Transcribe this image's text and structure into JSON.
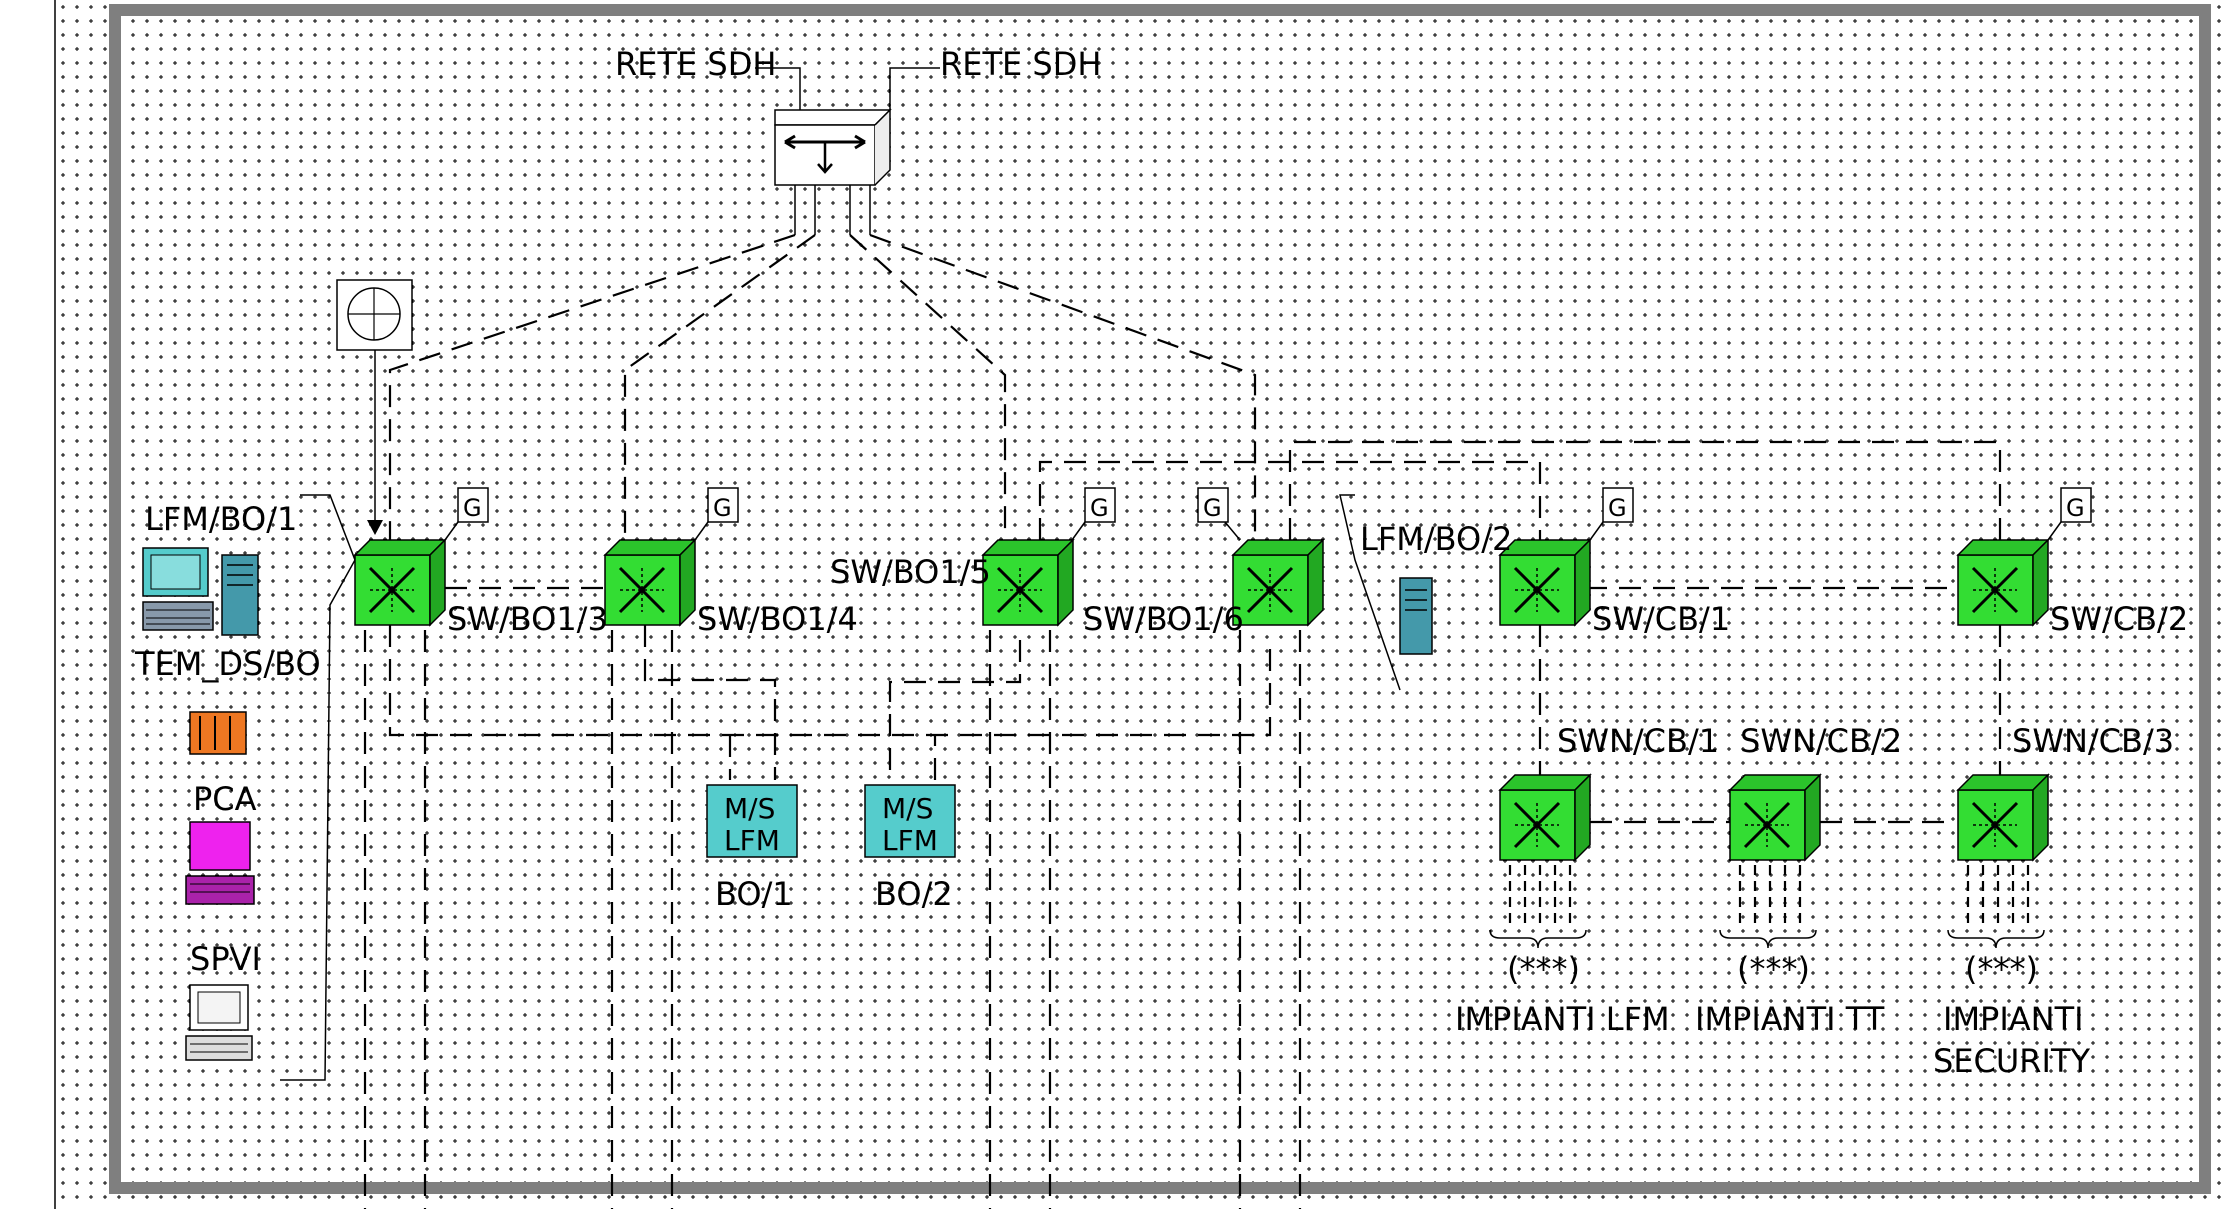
{
  "colors": {
    "background": "#ffffff",
    "dots": "#000000",
    "frame": "#808080",
    "switch_green": "#33dd33",
    "device_cyan": "#55cccc",
    "device_orange": "#ee7722",
    "device_magenta": "#ee22ee"
  },
  "network": {
    "rete_sdh_left": "RETE SDH",
    "rete_sdh_right": "RETE SDH"
  },
  "switches": {
    "sw_bo1_3": "SW/BO1/3",
    "sw_bo1_4": "SW/BO1/4",
    "sw_bo1_5": "SW/BO1/5",
    "sw_bo1_6": "SW/BO1/6",
    "sw_cb_1": "SW/CB/1",
    "sw_cb_2": "SW/CB/2",
    "swn_cb_1": "SWN/CB/1",
    "swn_cb_2": "SWN/CB/2",
    "swn_cb_3": "SWN/CB/3"
  },
  "g_label": "G",
  "lfm_units": [
    {
      "line1": "M/S",
      "line2": "LFM",
      "caption": "BO/1"
    },
    {
      "line1": "M/S",
      "line2": "LFM",
      "caption": "BO/2"
    }
  ],
  "stations": {
    "lfm_bo_1": "LFM/BO/1",
    "tem_ds_bo": "TEM_DS/BO",
    "pca": "PCA",
    "spvi": "SPVI",
    "lfm_bo_2": "LFM/BO/2"
  },
  "impianti": [
    {
      "mark": "(***)",
      "line1": "IMPIANTI LFM",
      "line2": ""
    },
    {
      "mark": "(***)",
      "line1": "IMPIANTI TT",
      "line2": ""
    },
    {
      "mark": "(***)",
      "line1": "IMPIANTI",
      "line2": "SECURITY"
    }
  ]
}
